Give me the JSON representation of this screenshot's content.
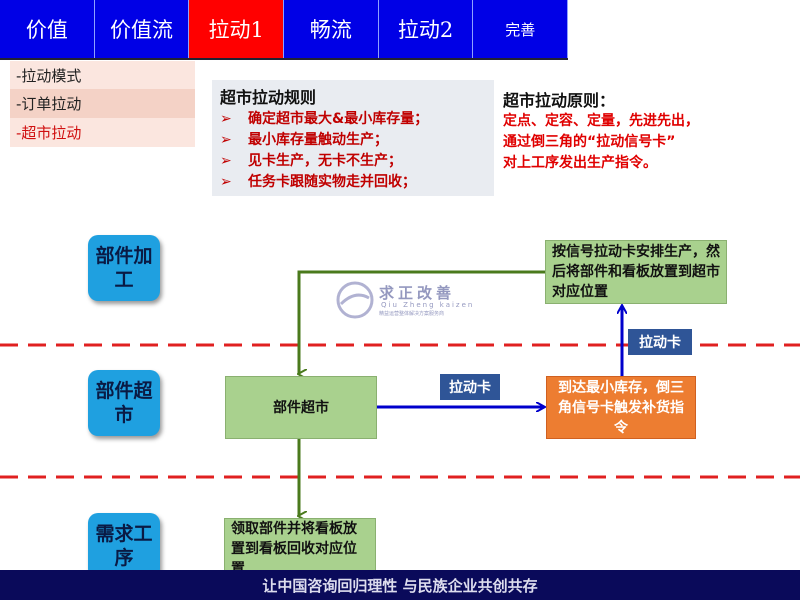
{
  "nav": {
    "tabs": [
      "价值",
      "价值流",
      "拉动1",
      "畅流",
      "拉动2",
      "完善"
    ],
    "active": 2
  },
  "sidebar": {
    "items": [
      "-拉动模式",
      "-订单拉动",
      "-超市拉动"
    ]
  },
  "rules": {
    "title": "超市拉动规则",
    "bullet": "➢",
    "items": [
      "确定超市最大&最小库存量；",
      "最小库存量触动生产；",
      "见卡生产，无卡不生产；",
      "任务卡跟随实物走并回收；"
    ]
  },
  "principle": {
    "title": "超市拉动原则：",
    "lines": [
      "定点、定容、定量，先进先出，",
      "通过倒三角的“拉动信号卡”",
      "对上工序发出生产指令。"
    ]
  },
  "lanes": [
    "部件加工",
    "部件超市",
    "需求工序"
  ],
  "diagram": {
    "production_box": "按信号拉动卡安排生产，然后将部件和看板放置到超市对应位置",
    "supermarket_box": "部件超市",
    "trigger_box": "到达最小库存，倒三角信号卡触发补货指令",
    "demand_box": "领取部件并将看板放置到看板回收对应位置",
    "card_label_1": "拉动卡",
    "card_label_2": "拉动卡"
  },
  "logo": {
    "name": "求正改善",
    "latin": "Qiu Zheng kaizen",
    "tagline": "精益运营整体解决方案服务商"
  },
  "footer": "让中国咨询回归理性 与民族企业共创共存",
  "colors": {
    "nav": "#0000e6",
    "active_tab": "#ff0000",
    "lane": "#1fa0e0",
    "green": "#a9d18e",
    "orange": "#ed7d31",
    "card": "#2f5597",
    "dash": "#e02020",
    "footer": "#0a0a5a"
  }
}
